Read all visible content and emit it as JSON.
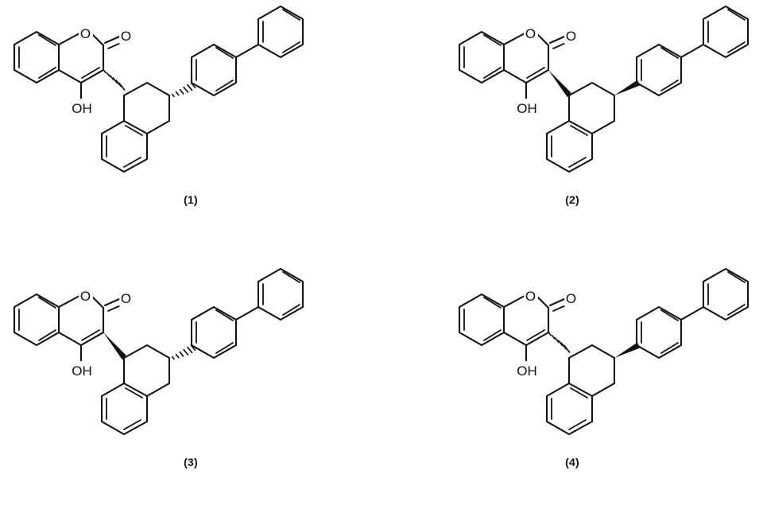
{
  "document": {
    "kind": "chemical-structure-figure",
    "title": "",
    "background_color": "#ffffff",
    "line_color": "#111111",
    "panels_across": 2,
    "panels_down": 2
  },
  "chart_data": {
    "type": "diagram",
    "title": "",
    "subtitle": "",
    "xlabel": "",
    "ylabel": "",
    "notation": "skeletal structural formulae, stereochemistry shown with wedge and hashed bonds",
    "common_scaffold": "4-hydroxy-3-(6-(biphenyl-4-yl)-1,2,3,4-tetrahydronaphthalen-4-yl)-2H-chromen-2-one core",
    "ring_systems": [
      "benzene (coumarin benzo ring)",
      "2H-pyran-2-one (coumarin lactone)",
      "tetrahydronaphthalene",
      "biphenyl"
    ],
    "atom_labels": [
      "O",
      "O",
      "OH"
    ],
    "stereo_variants": [
      {
        "label": "(1)",
        "left_bond": "hash",
        "right_bond": "hash"
      },
      {
        "label": "(2)",
        "left_bond": "wedge",
        "right_bond": "wedge"
      },
      {
        "label": "(3)",
        "left_bond": "wedge",
        "right_bond": "hash"
      },
      {
        "label": "(4)",
        "left_bond": "hash",
        "right_bond": "wedge"
      }
    ]
  },
  "structures": [
    {
      "id": "structure-1",
      "label": "(1)",
      "left_stereo_bond": "hash",
      "right_stereo_bond": "hash",
      "atom_label_ring_oxygen": "O",
      "atom_label_carbonyl_oxygen": "O",
      "atom_label_hydroxyl": "OH"
    },
    {
      "id": "structure-2",
      "label": "(2)",
      "left_stereo_bond": "wedge",
      "right_stereo_bond": "wedge",
      "atom_label_ring_oxygen": "O",
      "atom_label_carbonyl_oxygen": "O",
      "atom_label_hydroxyl": "OH"
    },
    {
      "id": "structure-3",
      "label": "(3)",
      "left_stereo_bond": "wedge",
      "right_stereo_bond": "hash",
      "atom_label_ring_oxygen": "O",
      "atom_label_carbonyl_oxygen": "O",
      "atom_label_hydroxyl": "OH"
    },
    {
      "id": "structure-4",
      "label": "(4)",
      "left_stereo_bond": "hash",
      "right_stereo_bond": "wedge",
      "atom_label_ring_oxygen": "O",
      "atom_label_carbonyl_oxygen": "O",
      "atom_label_hydroxyl": "OH"
    }
  ]
}
